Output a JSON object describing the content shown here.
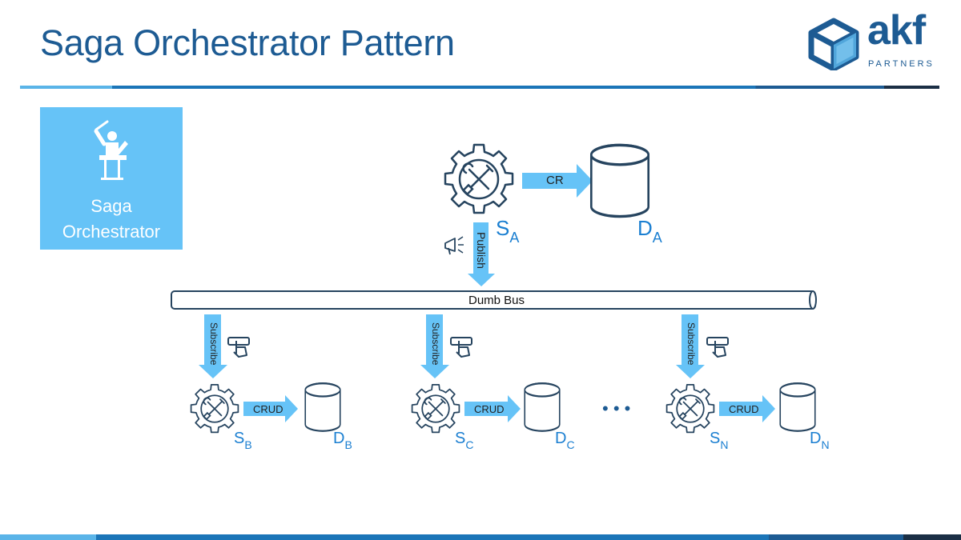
{
  "slide": {
    "title": "Saga Orchestrator Pattern"
  },
  "logo": {
    "word": "akf",
    "subtitle": "PARTNERS"
  },
  "orchestrator": {
    "label_line1": "Saga",
    "label_line2": "Orchestrator",
    "icon": "conductor-icon"
  },
  "primary_service": {
    "name": "S",
    "sub": "A",
    "db_name": "D",
    "db_sub": "A",
    "arrow_label": "CR",
    "publish_label": "Publish",
    "publish_icon": "megaphone-icon"
  },
  "bus": {
    "label": "Dumb Bus"
  },
  "subscribers": [
    {
      "name": "S",
      "sub": "B",
      "db_name": "D",
      "db_sub": "B",
      "arrow_label": "CRUD",
      "subscribe_label": "Subscribe"
    },
    {
      "name": "S",
      "sub": "C",
      "db_name": "D",
      "db_sub": "C",
      "arrow_label": "CRUD",
      "subscribe_label": "Subscribe"
    },
    {
      "name": "S",
      "sub": "N",
      "db_name": "D",
      "db_sub": "N",
      "arrow_label": "CRUD",
      "subscribe_label": "Subscribe"
    }
  ],
  "ellipsis": "• • •",
  "colors": {
    "title": "#1d5b93",
    "accent": "#66c3f7",
    "label": "#1b7fd1",
    "stroke": "#26445f"
  }
}
